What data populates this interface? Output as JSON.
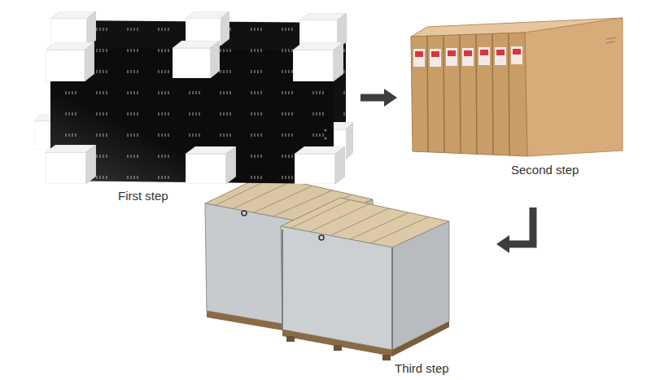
{
  "diagram": {
    "nodes": [
      {
        "text": [
          "First step"
        ]
      },
      {
        "text": [
          "Second step"
        ]
      },
      {
        "text": [
          "Third step"
        ]
      }
    ],
    "edges": [
      {
        "from": 0,
        "to": 1,
        "arrow": "to"
      },
      {
        "from": 1,
        "to": 2,
        "arrow": "to"
      }
    ]
  }
}
